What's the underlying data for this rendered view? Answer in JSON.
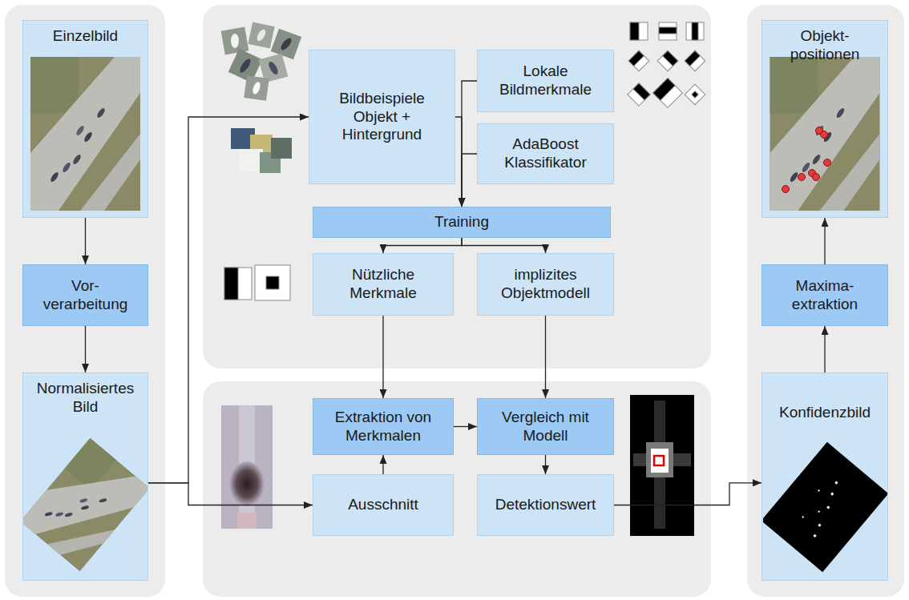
{
  "diagram": {
    "nodes": [
      {
        "text": [
          "Einzelbild"
        ]
      },
      {
        "text": [
          "Vor- verarbeitung"
        ]
      },
      {
        "text": [
          "Normalisiertes Bild"
        ]
      },
      {
        "text": [
          "Bildbeispiele Objekt + Hintergrund"
        ]
      },
      {
        "text": [
          "Lokale Bildmerkmale"
        ]
      },
      {
        "text": [
          "AdaBoost Klassifikator"
        ]
      },
      {
        "text": [
          "Training"
        ]
      },
      {
        "text": [
          "Nützliche Merkmale"
        ]
      },
      {
        "text": [
          "implizites Objektmodell"
        ]
      },
      {
        "text": [
          "Extraktion von Merkmalen"
        ]
      },
      {
        "text": [
          "Vergleich mit Modell"
        ]
      },
      {
        "text": [
          "Ausschnitt"
        ]
      },
      {
        "text": [
          "Detektionswert"
        ]
      },
      {
        "text": [
          "Objekt- positionen"
        ]
      },
      {
        "text": [
          "Maxima- extraktion"
        ]
      },
      {
        "text": [
          "Konfidenzbild"
        ]
      }
    ],
    "edges": [
      {
        "from": 0,
        "to": 1,
        "arrow": "to"
      },
      {
        "from": 1,
        "to": 2,
        "arrow": "to"
      },
      {
        "from": 2,
        "to": 3,
        "arrow": "to"
      },
      {
        "from": 2,
        "to": 11,
        "arrow": "to"
      },
      {
        "from": 3,
        "to": 6,
        "arrow": "to"
      },
      {
        "from": 4,
        "to": 6,
        "arrow": "to"
      },
      {
        "from": 5,
        "to": 6,
        "arrow": "to"
      },
      {
        "from": 6,
        "to": 7,
        "arrow": "to"
      },
      {
        "from": 6,
        "to": 8,
        "arrow": "to"
      },
      {
        "from": 7,
        "to": 9,
        "arrow": "to"
      },
      {
        "from": 8,
        "to": 10,
        "arrow": "to"
      },
      {
        "from": 11,
        "to": 9,
        "arrow": "to"
      },
      {
        "from": 9,
        "to": 10,
        "arrow": "to"
      },
      {
        "from": 10,
        "to": 12,
        "arrow": "to"
      },
      {
        "from": 12,
        "to": 15,
        "arrow": "to"
      },
      {
        "from": 15,
        "to": 14,
        "arrow": "to"
      },
      {
        "from": 14,
        "to": 13,
        "arrow": "to"
      }
    ]
  }
}
